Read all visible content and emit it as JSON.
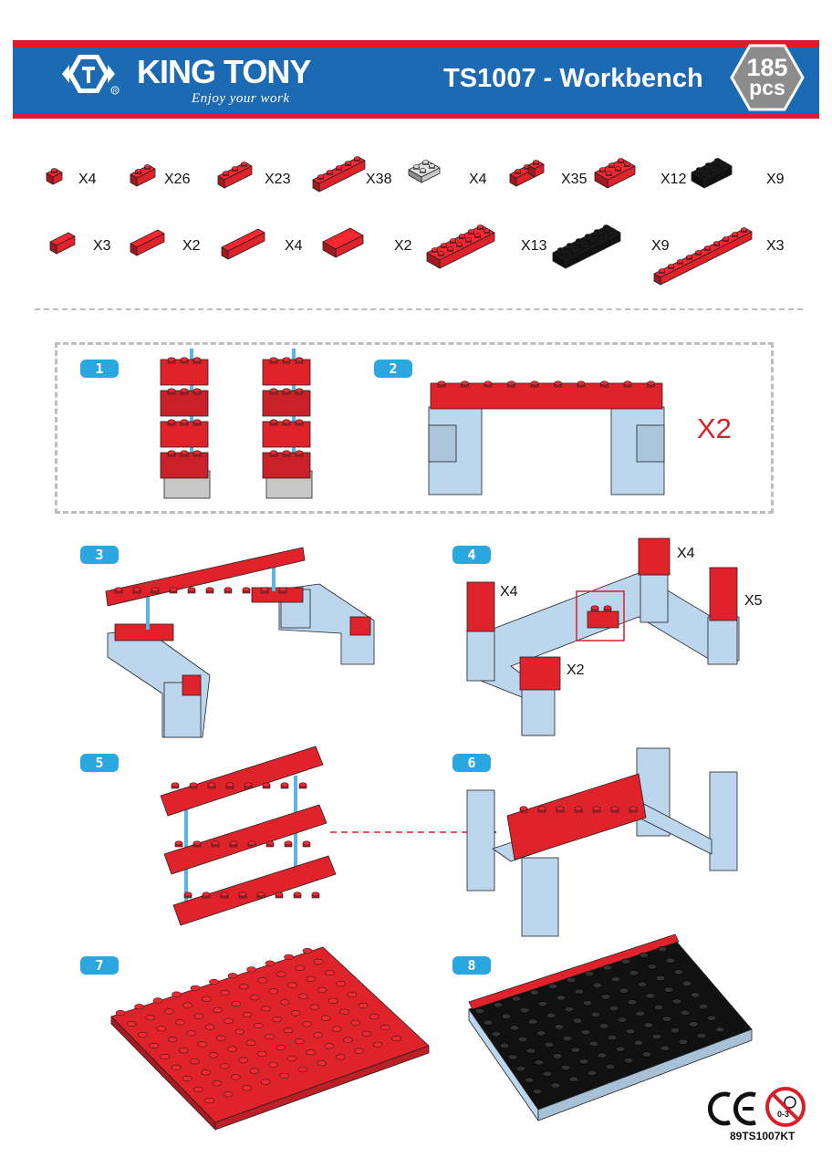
{
  "header": {
    "brand": "KING TONY",
    "tagline": "Enjoy your work",
    "title": "TS1007 - Workbench",
    "piece_count": "185",
    "piece_unit": "pcs"
  },
  "colors": {
    "brand_red": "#d91e28",
    "brand_blue": "#1d6ab4",
    "brick_red": "#e0232b",
    "brick_black": "#111111",
    "brick_grey": "#c8c8c8",
    "brick_lightblue": "#bcd6ee",
    "badge_blue": "#2aa7df"
  },
  "parts_row1": [
    {
      "icon": "red-1x1-brick-icon",
      "qty": "X4"
    },
    {
      "icon": "red-1x2-brick-icon",
      "qty": "X26"
    },
    {
      "icon": "red-1x3-brick-icon",
      "qty": "X23"
    },
    {
      "icon": "red-1x4-brick-icon",
      "qty": "X38"
    },
    {
      "icon": "grey-2x2-plate-icon",
      "qty": "X4"
    },
    {
      "icon": "red-corner-brick-icon",
      "qty": "X35"
    },
    {
      "icon": "red-2x3-plate-icon",
      "qty": "X12"
    },
    {
      "icon": "black-2x3-plate-icon",
      "qty": "X9"
    }
  ],
  "parts_row2": [
    {
      "icon": "red-1x2-tile-icon",
      "qty": "X3"
    },
    {
      "icon": "red-1x3-tile-icon",
      "qty": "X2"
    },
    {
      "icon": "red-1x4-tile-icon",
      "qty": "X4"
    },
    {
      "icon": "red-2x3-tile-icon",
      "qty": "X2"
    },
    {
      "icon": "red-2x6-plate-icon",
      "qty": "X13"
    },
    {
      "icon": "black-2x6-plate-icon",
      "qty": "X9"
    },
    {
      "icon": "red-1x10-plate-icon",
      "qty": "X3"
    }
  ],
  "steps": [
    {
      "number": "1"
    },
    {
      "number": "2",
      "multiplier": "X2"
    },
    {
      "number": "3"
    },
    {
      "number": "4",
      "callouts": [
        "X4",
        "X4",
        "X5",
        "X2"
      ]
    },
    {
      "number": "5"
    },
    {
      "number": "6"
    },
    {
      "number": "7"
    },
    {
      "number": "8"
    }
  ],
  "footer": {
    "ce_mark": "CE",
    "age_warning": "0-3",
    "product_code": "89TS1007KT"
  }
}
